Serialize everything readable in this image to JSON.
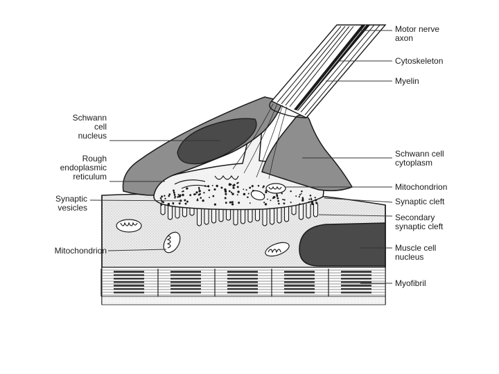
{
  "diagram": {
    "labels_left": [
      {
        "id": "schwann-cell-nucleus",
        "text": "Schwann\ncell\nnucleus"
      },
      {
        "id": "rough-er",
        "text": "Rough\nendoplasmic\nreticulum"
      },
      {
        "id": "synaptic-vesicles",
        "text": "Synaptic\nvesicles"
      },
      {
        "id": "mitochondrion-left",
        "text": "Mitochondrion"
      }
    ],
    "labels_right": [
      {
        "id": "motor-nerve-axon",
        "text": "Motor nerve\naxon"
      },
      {
        "id": "cytoskeleton",
        "text": "Cytoskeleton"
      },
      {
        "id": "myelin",
        "text": "Myelin"
      },
      {
        "id": "schwann-cell-cytoplasm",
        "text": "Schwann cell\ncytoplasm"
      },
      {
        "id": "mitochondrion-right",
        "text": "Mitochondrion"
      },
      {
        "id": "synaptic-cleft",
        "text": "Synaptic cleft"
      },
      {
        "id": "secondary-synaptic-cleft",
        "text": "Secondary\nsynaptic cleft"
      },
      {
        "id": "muscle-cell-nucleus",
        "text": "Muscle cell\nnucleus"
      },
      {
        "id": "myofibril",
        "text": "Myofibril"
      }
    ],
    "colors": {
      "ink": "#1a1a1a",
      "schwann_fill": "#8e8e8e",
      "nucleus_fill": "#4a4a4a",
      "muscle_fill": "#e6e6e6",
      "terminal_fill": "#f2f2f2",
      "stripe_dark": "#3a3a3a"
    }
  }
}
